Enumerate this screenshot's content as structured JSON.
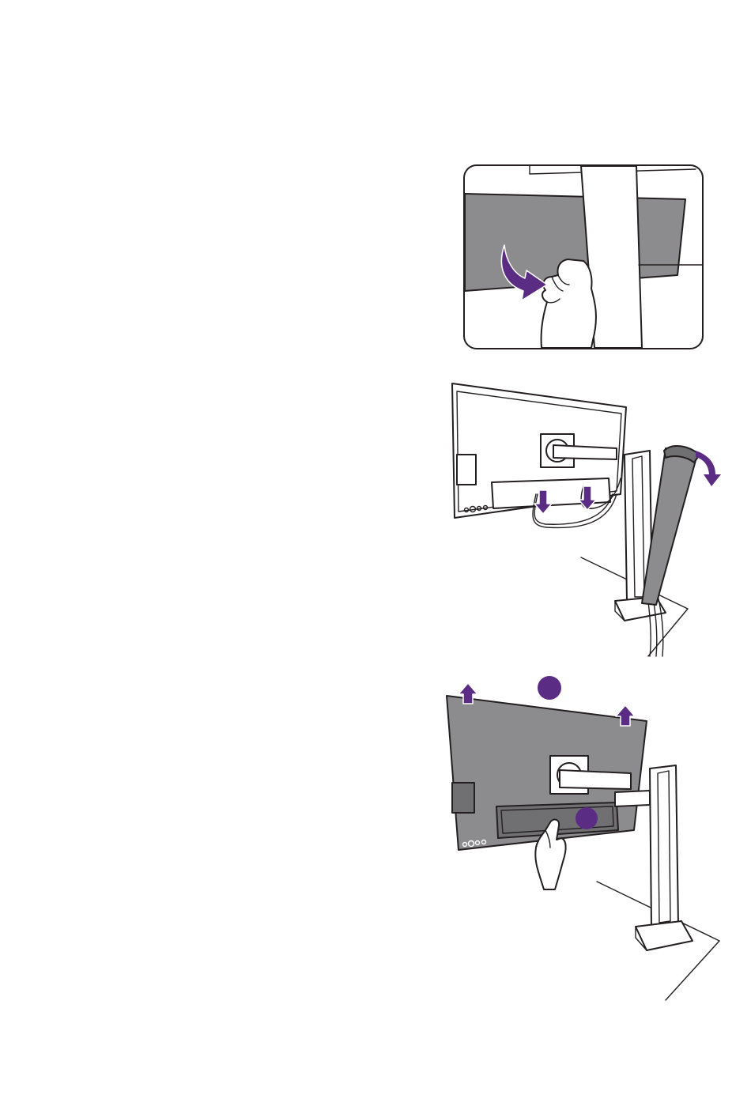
{
  "document": {
    "text_content": [],
    "figures": [
      {
        "id": "fig1",
        "icon": "remove-cover-illustration"
      },
      {
        "id": "fig2",
        "icon": "cable-management-illustration"
      },
      {
        "id": "fig3",
        "icon": "lift-monitor-illustration"
      }
    ]
  },
  "colors": {
    "accent": "#5b2c83",
    "panel_gray": "#8c8c8e",
    "line": "#231f20",
    "background": "#ffffff"
  }
}
